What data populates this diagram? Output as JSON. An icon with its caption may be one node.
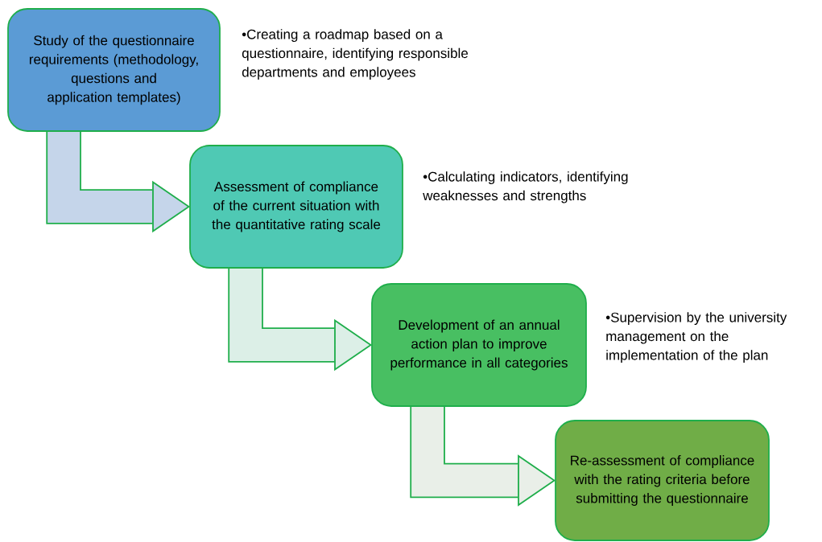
{
  "diagram": {
    "nodes": [
      {
        "text": [
          "Study of the questionnaire requirements (methodology, questions and application templates)"
        ],
        "beside": [
          "•Creating a roadmap based on a questionnaire, identifying responsible departments and employees"
        ]
      },
      {
        "text": [
          "Assessment of compliance of the current situation with the quantitative rating scale"
        ],
        "beside": [
          "•Calculating indicators, identifying weaknesses and strengths"
        ]
      },
      {
        "text": [
          "Development of an annual action plan to improve performance in all categories"
        ],
        "beside": [
          "•Supervision by the university management on the implementation of the plan"
        ]
      },
      {
        "text": [
          "Re-assessment of compliance with the rating criteria before submitting the questionnaire"
        ]
      }
    ],
    "edges": [
      {
        "from": 0,
        "to": 1,
        "arrow": "to"
      },
      {
        "from": 1,
        "to": 2,
        "arrow": "to"
      },
      {
        "from": 2,
        "to": 3,
        "arrow": "to"
      }
    ]
  }
}
